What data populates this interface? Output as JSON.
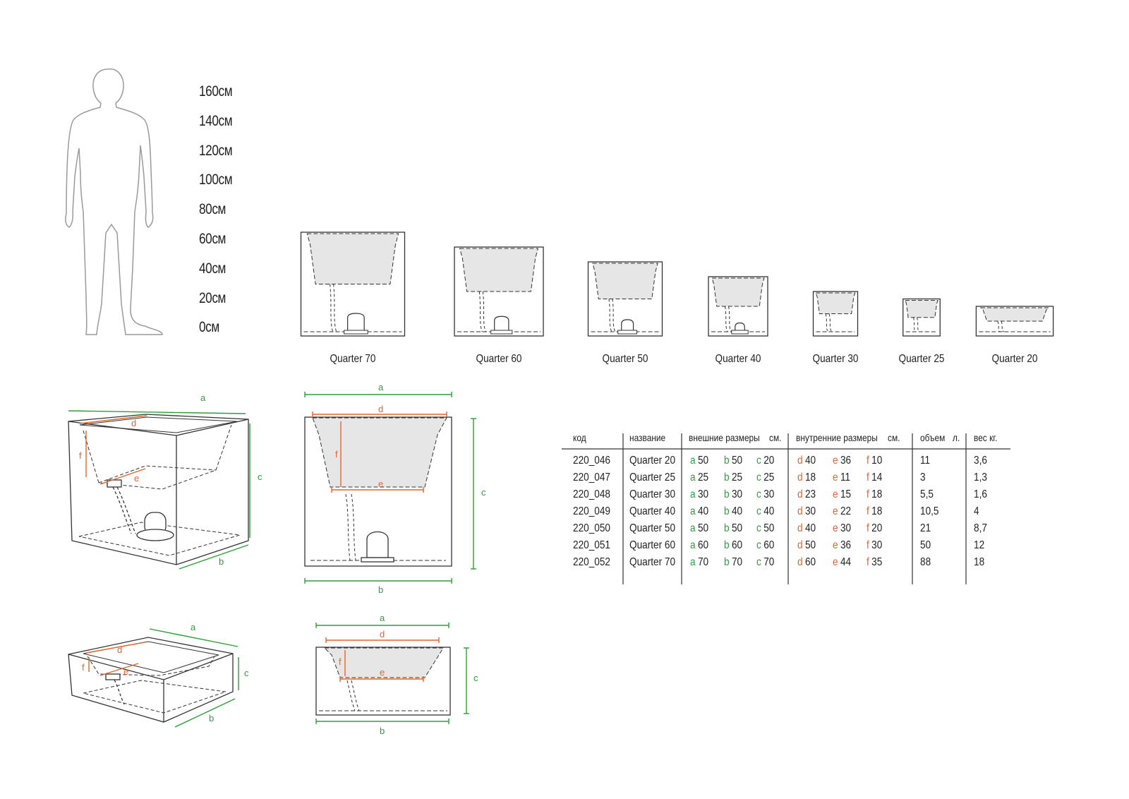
{
  "scale": {
    "labels": [
      "160см",
      "140см",
      "120см",
      "100см",
      "80см",
      "60см",
      "40см",
      "20см",
      "0см"
    ]
  },
  "products": [
    {
      "name": "Quarter 70",
      "size_cm": 70
    },
    {
      "name": "Quarter 60",
      "size_cm": 60
    },
    {
      "name": "Quarter 50",
      "size_cm": 50
    },
    {
      "name": "Quarter 40",
      "size_cm": 40
    },
    {
      "name": "Quarter 30",
      "size_cm": 30
    },
    {
      "name": "Quarter 25",
      "size_cm": 25
    },
    {
      "name": "Quarter 20",
      "size_cm": 20
    }
  ],
  "dimension_letters": {
    "a": "a",
    "b": "b",
    "c": "c",
    "d": "d",
    "e": "e",
    "f": "f"
  },
  "colors": {
    "outer_dim": "#2e9e3a",
    "inner_dim": "#e0652b",
    "line": "#333333",
    "fill": "#e6e6e6"
  },
  "table": {
    "headers": {
      "code": "код",
      "name": "название",
      "outer": "внешние размеры",
      "outer_unit": "см.",
      "inner": "внутренние размеры",
      "inner_unit": "см.",
      "volume": "объем",
      "volume_unit": "л.",
      "weight": "вес кг."
    },
    "rows": [
      {
        "code": "220_046",
        "name": "Quarter 20",
        "a": "50",
        "b": "50",
        "c": "20",
        "d": "40",
        "e": "36",
        "f": "10",
        "volume": "11",
        "weight": "3,6"
      },
      {
        "code": "220_047",
        "name": "Quarter 25",
        "a": "25",
        "b": "25",
        "c": "25",
        "d": "18",
        "e": "11",
        "f": "14",
        "volume": "3",
        "weight": "1,3"
      },
      {
        "code": "220_048",
        "name": "Quarter 30",
        "a": "30",
        "b": "30",
        "c": "30",
        "d": "23",
        "e": "15",
        "f": "18",
        "volume": "5,5",
        "weight": "1,6"
      },
      {
        "code": "220_049",
        "name": "Quarter 40",
        "a": "40",
        "b": "40",
        "c": "40",
        "d": "30",
        "e": "22",
        "f": "18",
        "volume": "10,5",
        "weight": "4"
      },
      {
        "code": "220_050",
        "name": "Quarter 50",
        "a": "50",
        "b": "50",
        "c": "50",
        "d": "40",
        "e": "30",
        "f": "20",
        "volume": "21",
        "weight": "8,7"
      },
      {
        "code": "220_051",
        "name": "Quarter 60",
        "a": "60",
        "b": "60",
        "c": "60",
        "d": "50",
        "e": "36",
        "f": "30",
        "volume": "50",
        "weight": "12"
      },
      {
        "code": "220_052",
        "name": "Quarter 70",
        "a": "70",
        "b": "70",
        "c": "70",
        "d": "60",
        "e": "44",
        "f": "35",
        "volume": "88",
        "weight": "18"
      }
    ]
  }
}
